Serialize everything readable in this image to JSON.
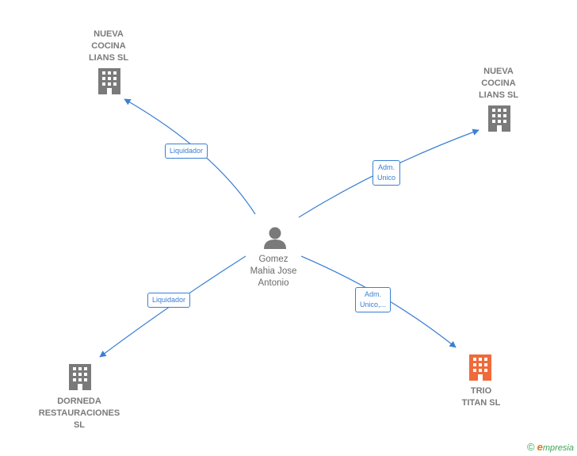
{
  "colors": {
    "edge": "#3b7fd4",
    "company_icon": "#7a7a7a",
    "focus_icon": "#f06a3a",
    "person_icon": "#7a7a7a"
  },
  "person": {
    "name": "Gomez\nMahia Jose\nAntonio",
    "icon": "person-icon"
  },
  "companies": {
    "top_left": {
      "name": "NUEVA\nCOCINA\nLIANS SL",
      "icon": "building-icon"
    },
    "top_right": {
      "name": "NUEVA\nCOCINA\nLIANS SL",
      "icon": "building-icon"
    },
    "bottom_left": {
      "name": "DORNEDA\nRESTAURACIONES\nSL",
      "icon": "building-icon"
    },
    "bottom_right": {
      "name": "TRIO\nTITAN  SL",
      "icon": "building-icon"
    }
  },
  "edges": {
    "top_left": "Liquidador",
    "top_right": "Adm.\nUnico",
    "bottom_left": "Liquidador",
    "bottom_right": "Adm.\nUnico,..."
  },
  "footer": {
    "copyright": "©",
    "brand_initial": "e",
    "brand_rest": "mpresia"
  }
}
